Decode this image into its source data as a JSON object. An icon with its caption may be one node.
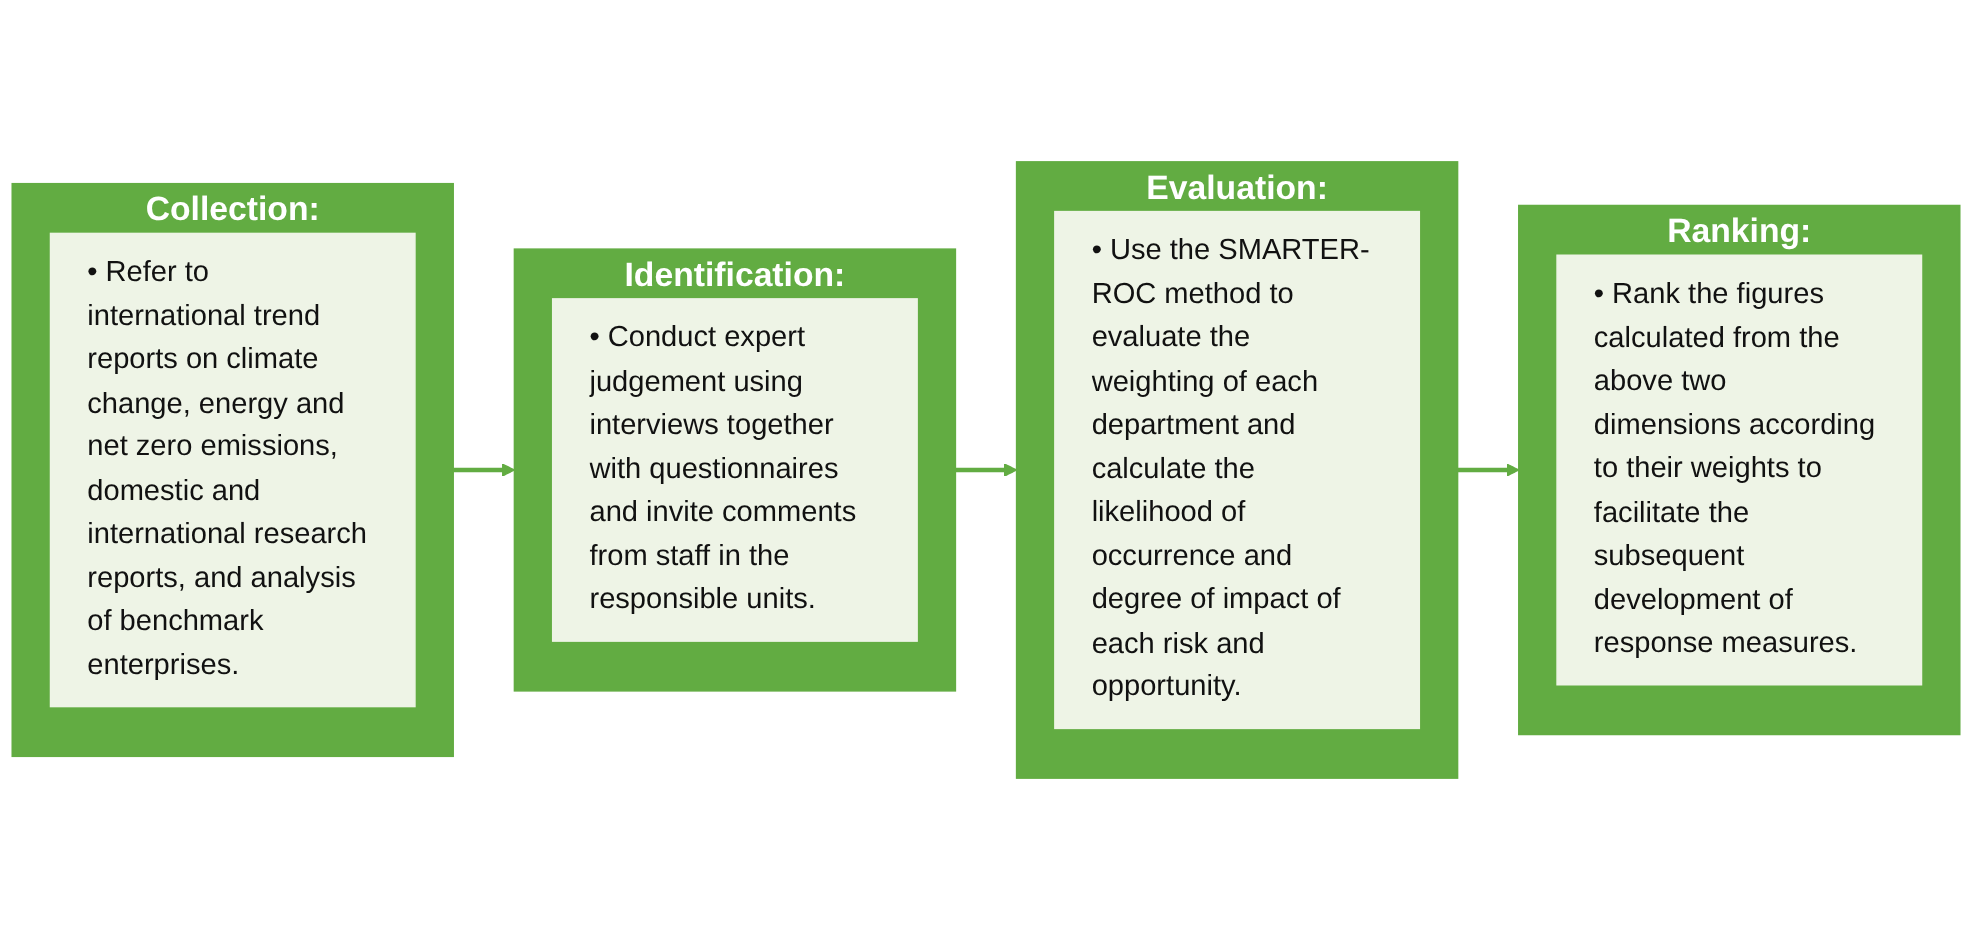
{
  "diagram": {
    "nodes": [
      {
        "text": [
          "Collection:"
        ]
      },
      {
        "text": [
          "• Refer to international trend reports on climate change, energy and net zero emissions, domestic and international research reports, and analysis of benchmark enterprises."
        ],
        "in": 0
      },
      {
        "text": [
          "Identification:"
        ]
      },
      {
        "text": [
          "• Conduct expert judgement using interviews together with questionnaires and invite comments from staff in the responsible units."
        ],
        "in": 2
      },
      {
        "text": [
          "Evaluation:"
        ]
      },
      {
        "text": [
          "• Use the SMARTER-ROC method to evaluate the weighting of each department and calculate the likelihood of occurrence and degree of impact of each risk and opportunity."
        ],
        "in": 4
      },
      {
        "text": [
          "Ranking:"
        ]
      },
      {
        "text": [
          "• Rank the figures calculated from the above two dimensions according to their weights to facilitate the subsequent development of response measures."
        ],
        "in": 6
      }
    ],
    "edges": [
      {
        "from": 0,
        "to": 2,
        "arrow": "to"
      },
      {
        "from": 2,
        "to": 4,
        "arrow": "to"
      },
      {
        "from": 4,
        "to": 6,
        "arrow": "to"
      }
    ]
  }
}
